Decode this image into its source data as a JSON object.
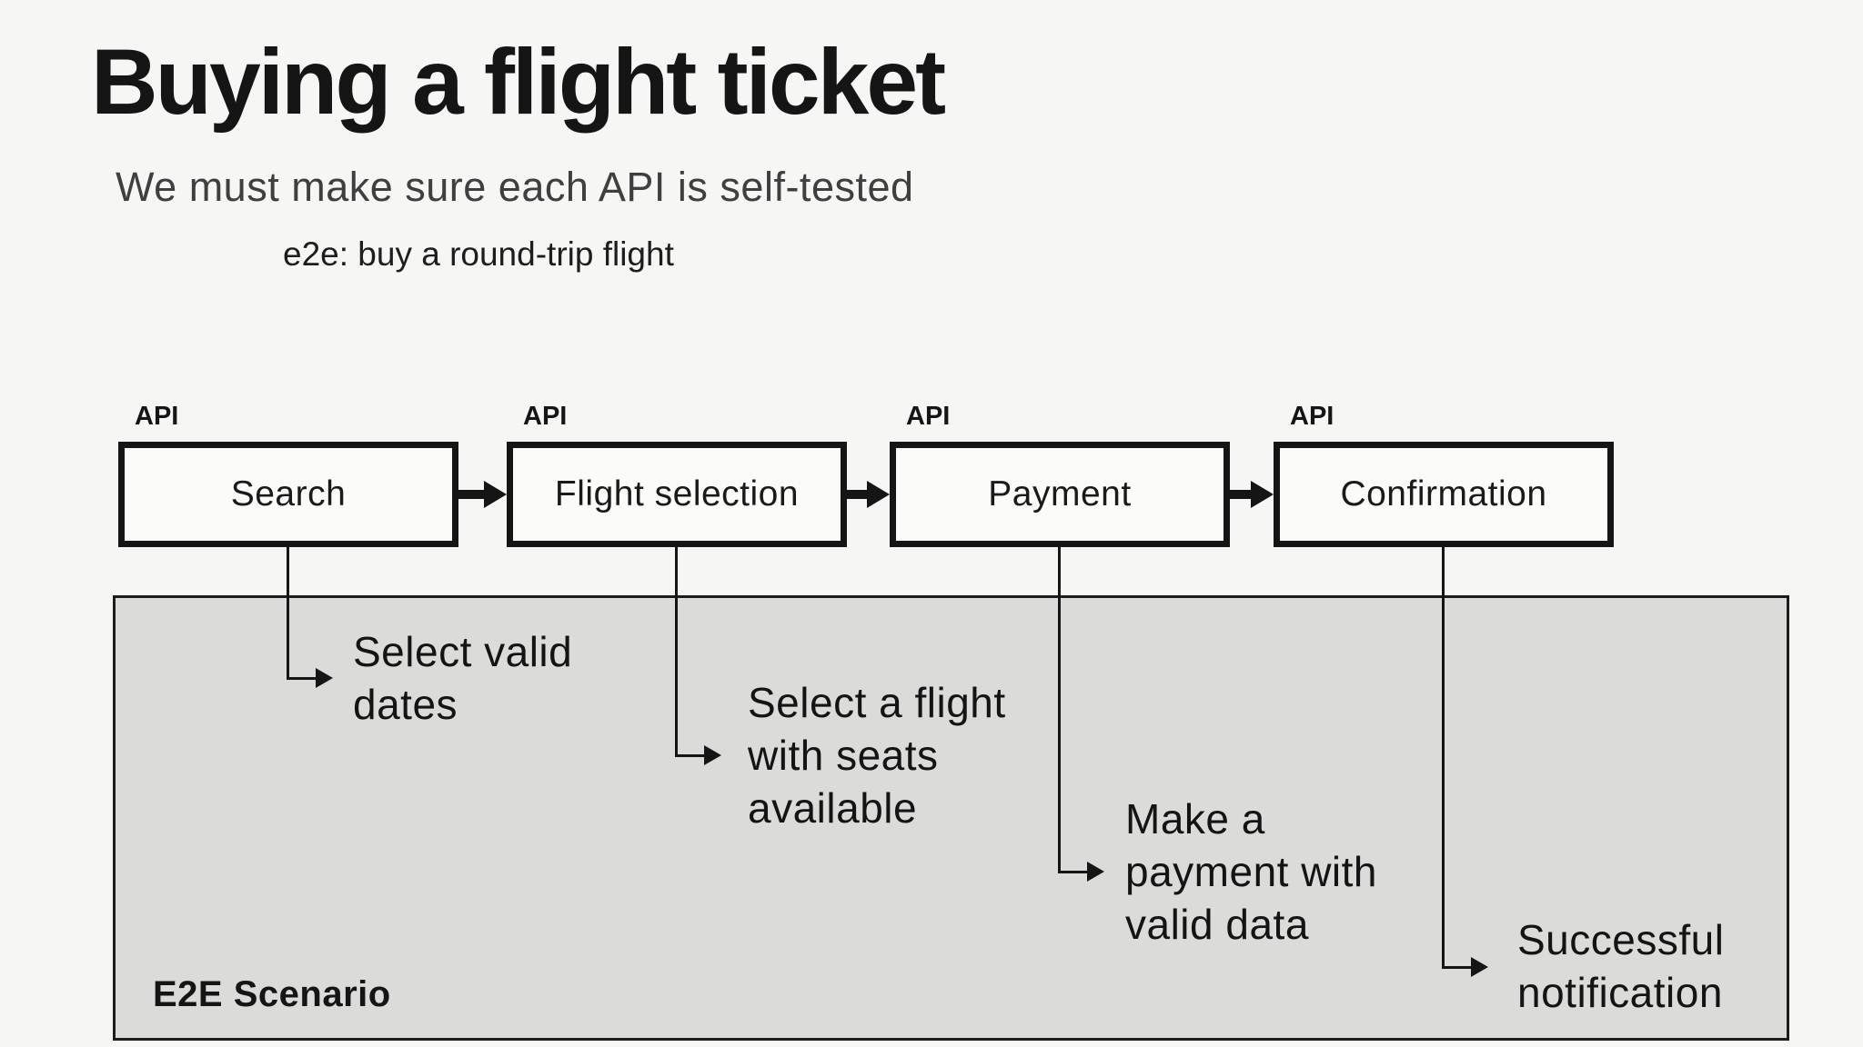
{
  "page": {
    "title": "Buying a flight ticket",
    "subtitle": "We must make sure each API is self-tested",
    "scenario_caption": "e2e: buy a round-trip flight"
  },
  "flow": {
    "api_label": "API",
    "steps": [
      {
        "label": "Search",
        "note": "Select valid\ndates"
      },
      {
        "label": "Flight selection",
        "note": "Select a flight\nwith seats\navailable"
      },
      {
        "label": "Payment",
        "note": "Make a\npayment with\nvalid data"
      },
      {
        "label": "Confirmation",
        "note": "Successful\nnotification"
      }
    ]
  },
  "panel": {
    "label": "E2E Scenario"
  },
  "colors": {
    "bg": "#f6f6f4",
    "ink": "#151515",
    "subtle": "#3f3f3f",
    "panel": "#dbdbd9",
    "boxfill": "#fbfbf9"
  }
}
